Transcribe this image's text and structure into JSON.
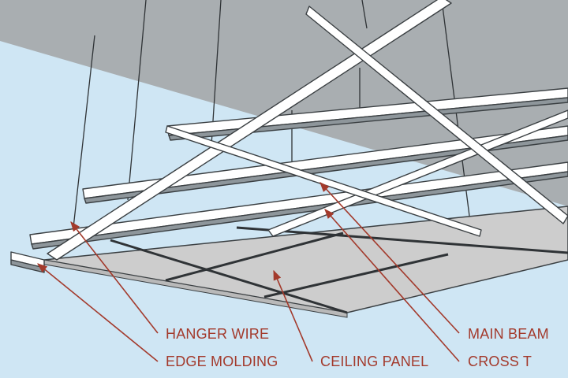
{
  "colors": {
    "sky": "#cfe6f4",
    "ceiling_slab": "#a9aeb1",
    "wire": "#2f3336",
    "rail_face": "#ffffff",
    "rail_shadow": "#8e969b",
    "rail_outline": "#3a3f42",
    "panel": "#cdcdcd",
    "panel_dark": "#b9b9b9",
    "leader": "#a33a2c",
    "label_text": "#a33a2c"
  },
  "labels": {
    "hanger_wire": "HANGER WIRE",
    "edge_molding": "EDGE MOLDING",
    "ceiling_panel": "CEILING PANEL",
    "main_beam": "MAIN BEAM",
    "cross_t": "CROSS T"
  }
}
